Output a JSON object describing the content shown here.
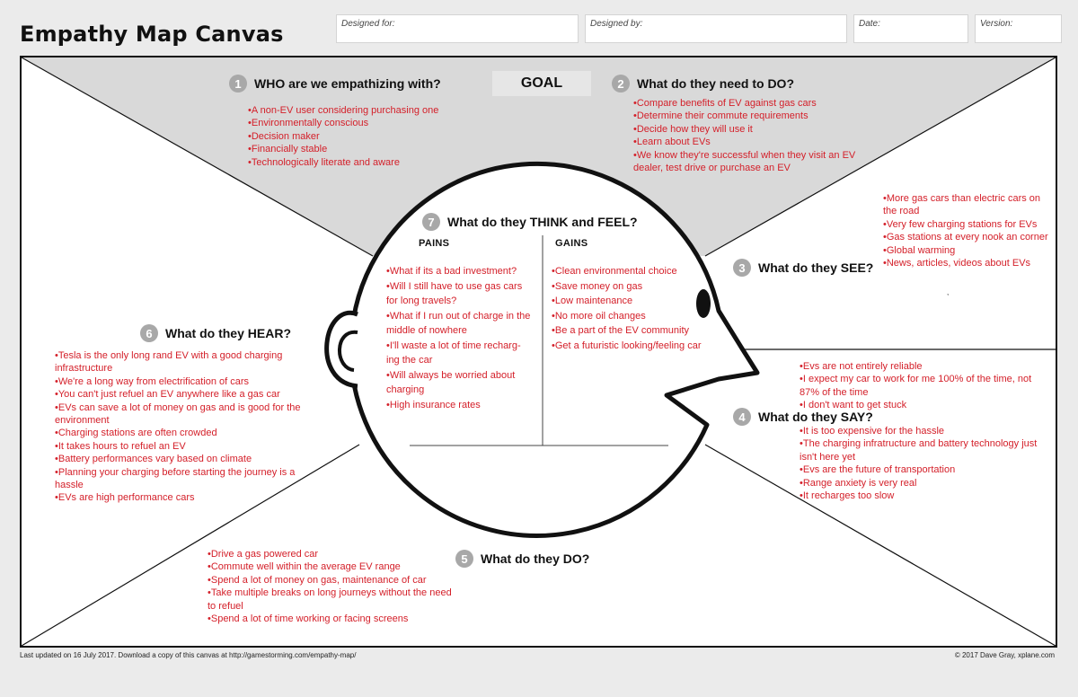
{
  "header": {
    "title": "Empathy Map Canvas",
    "fields": [
      {
        "label": "Designed for:"
      },
      {
        "label": "Designed by:"
      },
      {
        "label": "Date:"
      },
      {
        "label": "Version:"
      }
    ]
  },
  "goal": "GOAL",
  "sections": {
    "who": {
      "number": "1",
      "title": "WHO are we empathizing with?",
      "items": [
        "A non-EV user considering purchasing one",
        "Environmentally conscious",
        "Decision maker",
        "Financially stable",
        "Technologically literate and aware"
      ]
    },
    "do_need": {
      "number": "2",
      "title": "What do they need to DO?",
      "items": [
        "Compare benefits of EV against gas cars",
        "Determine their commute requirements",
        "Decide how they will use it",
        "Learn about EVs",
        "We know they're successful when they visit an EV dealer, test drive or purchase an EV"
      ]
    },
    "see": {
      "number": "3",
      "title": "What do they SEE?",
      "items": [
        "More gas cars than electric cars on the road",
        "Very few charging stations for EVs",
        "Gas stations at every nook an corner",
        "Global warming",
        "News, articles, videos about EVs"
      ]
    },
    "say": {
      "number": "4",
      "title": "What do they SAY?",
      "items_above": [
        "Evs are not entirely reliable",
        "I expect my car to work for me 100% of the  time, not 87% of the time",
        "I don't want to get stuck"
      ],
      "items_below": [
        "It is too expensive for the hassle",
        "The charging infratructure and battery technology just isn't here yet",
        "Evs are the future of transportation",
        "Range anxiety is very real",
        "It recharges too slow"
      ]
    },
    "do": {
      "number": "5",
      "title": "What do they DO?",
      "items": [
        "Drive a gas powered car",
        "Commute well within the average EV range",
        "Spend a lot of money on gas, maintenance of car",
        "Take multiple breaks on long journeys without the need to refuel",
        "Spend a lot of time working or facing screens"
      ]
    },
    "hear": {
      "number": "6",
      "title": "What do they HEAR?",
      "items": [
        "Tesla is the only long rand EV with a good charging infrastructure",
        "We're a long way from electrification of cars",
        "You can't just refuel an EV anywhere like a gas car",
        "EVs can save a lot of money on gas and is good for the environment",
        "Charging stations are often crowded",
        "It takes hours to refuel an EV",
        "Battery performances vary based on climate",
        "Planning your charging before starting the journey is a hassle",
        "EVs are high performance cars"
      ]
    },
    "think": {
      "number": "7",
      "title": "What do they THINK and FEEL?",
      "pains_label": "PAINS",
      "gains_label": "GAINS",
      "pains": [
        "What if its a bad investment?",
        "Will I still have to use gas cars for long travels?",
        "What if I run out of charge in the middle of nowhere",
        "I'll waste a lot of time recharg-ing the car",
        "Will always be worried about charging",
        "High insurance rates"
      ],
      "gains": [
        "Clean environmental choice",
        "Save money on gas",
        "Low maintenance",
        "No more oil changes",
        "Be a part of the EV community",
        "Get a futuristic looking/feeling car"
      ]
    }
  },
  "stray_mark": ",",
  "footer": {
    "left": "Last updated on 16 July 2017. Download a copy of this canvas at http://gamestorming.com/empathy-map/",
    "right": "© 2017 Dave Gray, xplane.com"
  }
}
